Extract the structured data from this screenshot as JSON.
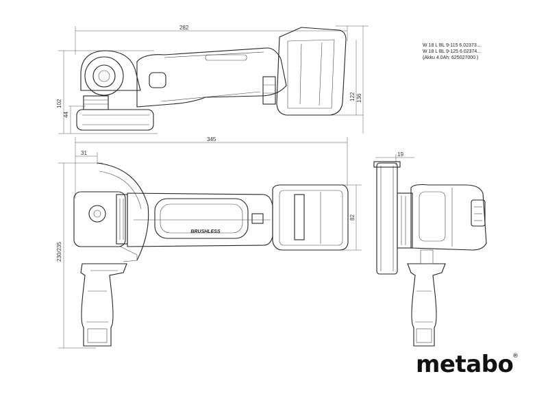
{
  "spec_lines": [
    "W 18 L BL 9-115   6.02373...",
    "W 18 L BL 9-125   6.02374...",
    "(Akku 4.0Ah: 625027000 )"
  ],
  "brand": {
    "name": "metabo",
    "mark": "®"
  },
  "dimensions": {
    "top_length": "282",
    "top_height_left": "102",
    "top_height_inner": "44",
    "top_height_battery": "122",
    "top_height_total": "136",
    "plan_length": "345",
    "plan_offset": "31",
    "plan_width": "230/235",
    "battery_width": "82",
    "front_offset": "19"
  },
  "tool_label": "BRUSHLESS",
  "colors": {
    "line": "#222222",
    "text": "#333333",
    "background": "#ffffff"
  }
}
